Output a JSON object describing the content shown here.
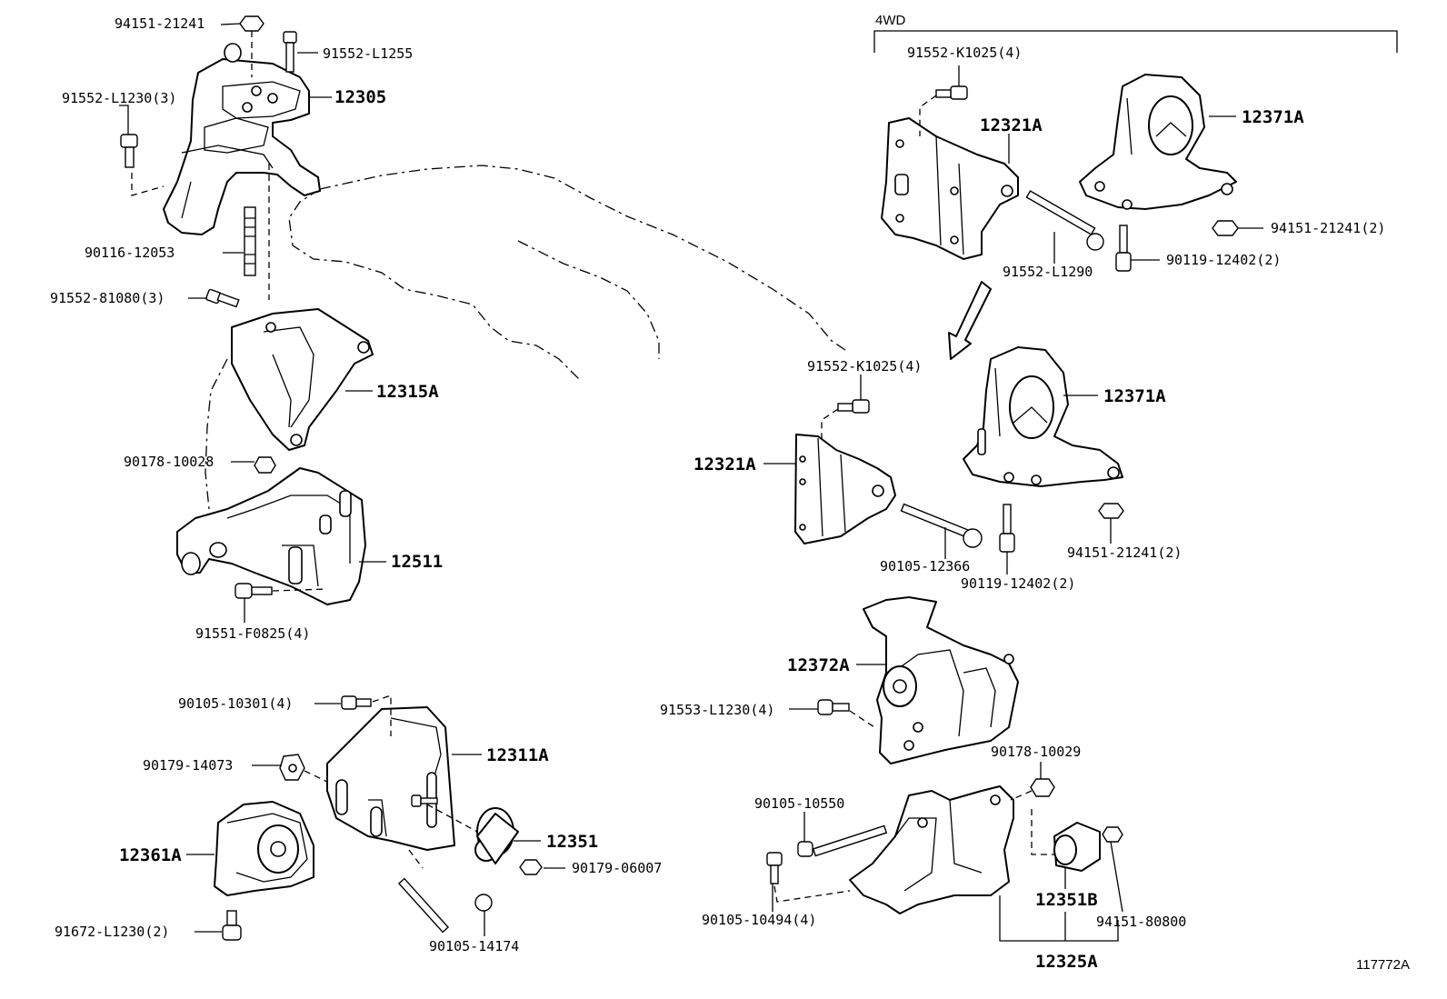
{
  "figure_id": "117772A",
  "group_label_4wd": "4WD",
  "labels": {
    "p94151_21241_top": "94151-21241",
    "p91552_L1255": "91552-L1255",
    "p91552_L1230_3": "91552-L1230(3)",
    "p12305": "12305",
    "p90116_12053": "90116-12053",
    "p91552_81080_3": "91552-81080(3)",
    "p12315A": "12315A",
    "p90178_10028": "90178-10028",
    "p12511": "12511",
    "p91551_F0825_4": "91551-F0825(4)",
    "p90105_10301_4": "90105-10301(4)",
    "p12311A": "12311A",
    "p90179_14073": "90179-14073",
    "p12351": "12351",
    "p90179_06007": "90179-06007",
    "p12361A": "12361A",
    "p91672_L1230_2": "91672-L1230(2)",
    "p90105_14174": "90105-14174",
    "p91552_K1025_4_top": "91552-K1025(4)",
    "p12321A_top": "12321A",
    "p12371A_top": "12371A",
    "p94151_21241_2_top": "94151-21241(2)",
    "p91552_L1290": "91552-L1290",
    "p90119_12402_2_top": "90119-12402(2)",
    "p91552_K1025_4_mid": "91552-K1025(4)",
    "p12371A_mid": "12371A",
    "p12321A_mid": "12321A",
    "p90105_12366": "90105-12366",
    "p90119_12402_2_mid": "90119-12402(2)",
    "p94151_21241_2_mid": "94151-21241(2)",
    "p12372A": "12372A",
    "p91553_L1230_4": "91553-L1230(4)",
    "p90178_10029": "90178-10029",
    "p90105_10550": "90105-10550",
    "p90105_10494_4": "90105-10494(4)",
    "p12351B": "12351B",
    "p94151_80800": "94151-80800",
    "p12325A": "12325A"
  }
}
